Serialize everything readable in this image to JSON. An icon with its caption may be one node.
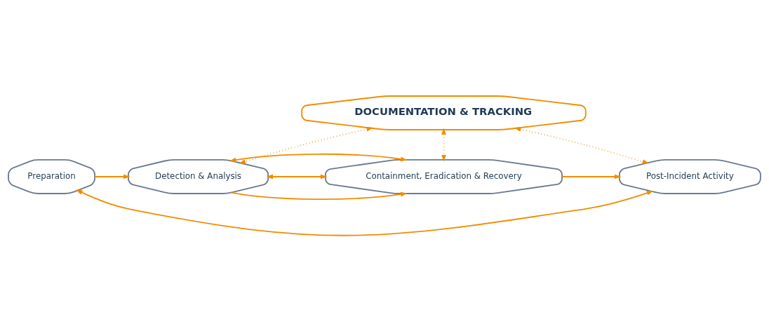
{
  "diagram": {
    "nodes": [
      {
        "text": [
          "DOCUMENTATION & TRACKING"
        ]
      },
      {
        "text": [
          "Preparation"
        ]
      },
      {
        "text": [
          "Detection & Analysis"
        ]
      },
      {
        "text": [
          "Containment, Eradication & Recovery"
        ]
      },
      {
        "text": [
          "Post-Incident Activity"
        ]
      }
    ],
    "edges": [
      {
        "from": 1,
        "to": 2,
        "arrow": "to"
      },
      {
        "from": 2,
        "to": 3,
        "arrow": "to"
      },
      {
        "from": 3,
        "to": 4,
        "arrow": "to"
      },
      {
        "from": 0,
        "to": 2,
        "arrow": "both",
        "style": "dashed"
      },
      {
        "from": 0,
        "to": 3,
        "arrow": "both",
        "style": "dashed"
      },
      {
        "from": 0,
        "to": 4,
        "arrow": "both",
        "style": "dashed"
      },
      {
        "from": 2,
        "to": 3,
        "arrow": "both"
      },
      {
        "from": 2,
        "to": 3,
        "arrow": "both"
      },
      {
        "from": 1,
        "to": 4,
        "arrow": "both"
      }
    ]
  }
}
